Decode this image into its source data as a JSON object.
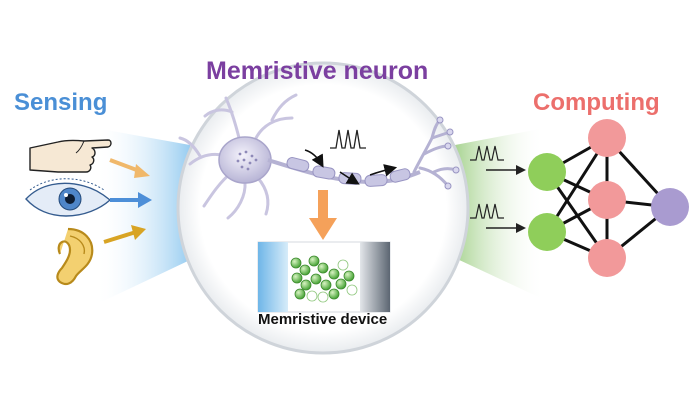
{
  "center": {
    "title": "Memristive neuron",
    "device_label": "Memristive device"
  },
  "left": {
    "title": "Sensing",
    "inputs": [
      "hand-icon",
      "eye-icon",
      "ear-icon"
    ]
  },
  "right": {
    "title": "Computing",
    "network": {
      "inputs": 2,
      "hidden": 3,
      "outputs": 1
    }
  },
  "colors": {
    "purple": "#7b3fa0",
    "blue": "#4a8fd6",
    "coral": "#ec6f6c",
    "green_node": "#8fce5a",
    "pink_node": "#f2999a",
    "lavender_node": "#a99bd0",
    "arrow_orange": "#f5a15a"
  }
}
